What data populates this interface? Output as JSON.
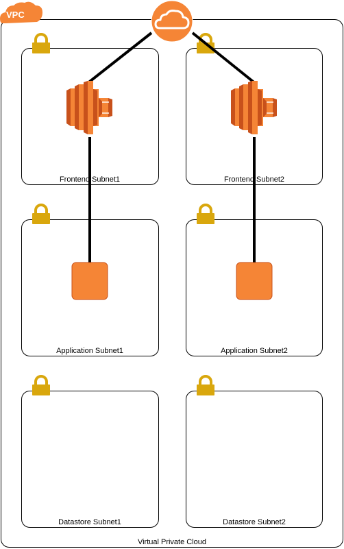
{
  "diagram": {
    "vpc_badge": "VPC",
    "vpc_label": "Virtual Private Cloud",
    "subnets": {
      "frontend1": "Frontend Subnet1",
      "frontend2": "Frontend Subnet2",
      "application1": "Application Subnet1",
      "application2": "Application Subnet2",
      "datastore1": "Datastore Subnet1",
      "datastore2": "Datastore Subnet2"
    },
    "icons": {
      "gateway": "internet-gateway-icon",
      "load_balancer": "elastic-load-balancer-icon",
      "instance": "ec2-instance-icon",
      "lock": "lock-icon",
      "cloud": "vpc-cloud-icon"
    },
    "colors": {
      "aws_orange": "#F58536",
      "lock_gold": "#D9A70D",
      "border": "#000000"
    }
  }
}
